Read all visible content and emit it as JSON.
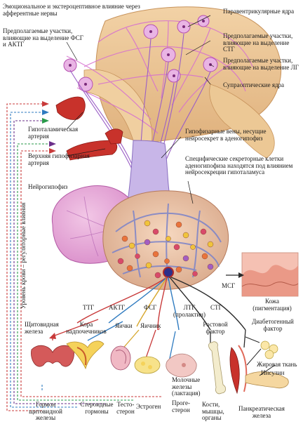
{
  "labels": {
    "afferent": "Эмоциональное и экстероцептивное влияние через афферентные нервы",
    "fsh_lh_areas": "Предполагаемые участки, влияющие на выделение ФСГ и АКТГ",
    "paraventricular": "Паравентрикулярные ядра",
    "stg_areas": "Предполагаемые участки, влияющие на выделение СТГ",
    "lh_areas": "Предполагаемые участки, влияющие на выделение ЛГ",
    "supraoptic": "Супраоптические ядра",
    "hypothal_artery": "Гипоталамическая артерия",
    "upper_artery": "Верхняя гипофизарная артерия",
    "neurohypophysis": "Нейрогипофиз",
    "portal_veins": "Гипофизарные вены, несущие нейросекрет в аденогипофиз",
    "secretory_cells": "Специфические секреторные клетки аденогипофиза находятся под влиянием нейросекреции гипоталамуса",
    "blood_level": "Уровень крови – регуляторные влияния",
    "msg": "МСГ",
    "skin": "Кожа (пигментация)",
    "ttg": "ТТГ",
    "actg": "АКТГ",
    "fsg": "ФСГ",
    "ltg": "ЛТГ (пролактин)",
    "stg": "СТГ",
    "thyroid": "Щитовидная железа",
    "adrenal_cortex": "Кора надпочечников",
    "testes": "Яички",
    "ovary": "Яичник",
    "growth_factor": "Ростовой фактор",
    "diabetogenic": "Диабетогенный фактор",
    "fat": "Жировая ткань",
    "insulin": "Инсулин",
    "mammary": "Молочные железы (лактация)",
    "pancreas": "Панкреатическая железа",
    "thyroid_hormone": "Гормон щитовидной железы",
    "steroid": "Стероидные гормоны",
    "testosterone": "Тесто-стерон",
    "estrogen": "Эстроген",
    "progesterone": "Проге-стерон",
    "bones": "Кости, мышцы, органы"
  }
}
